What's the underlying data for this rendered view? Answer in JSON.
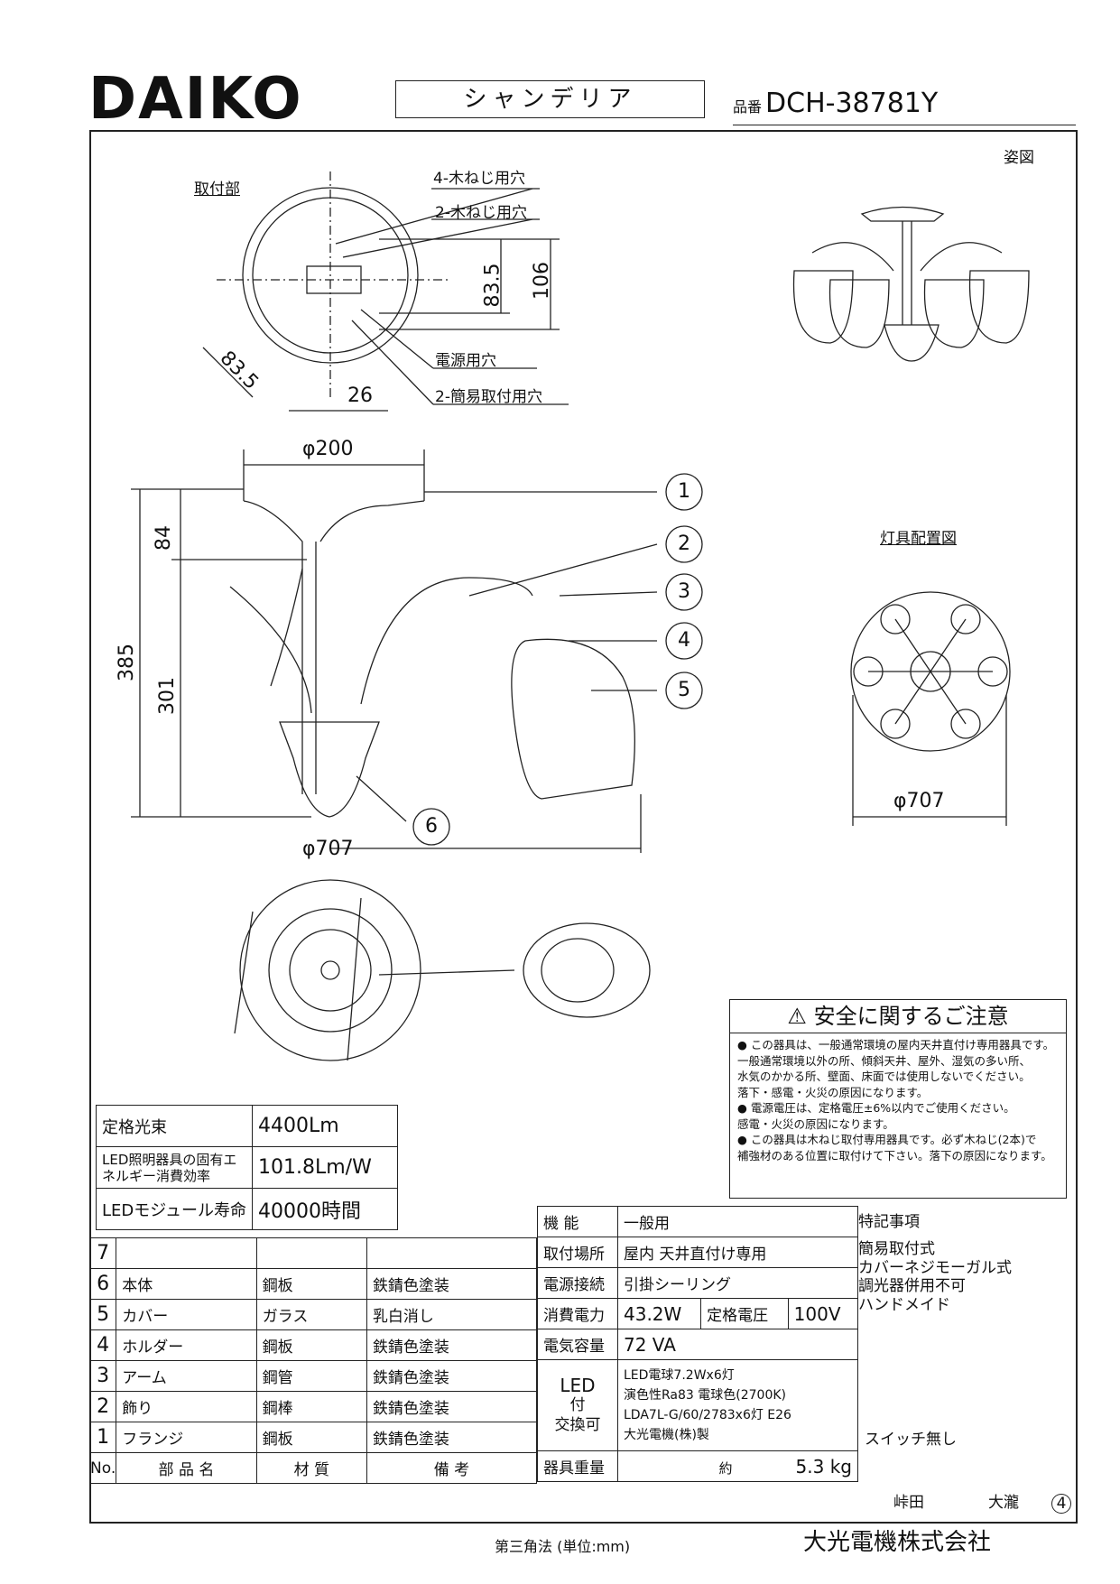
{
  "header": {
    "brand": "DAIKO",
    "product_type": "シャンデリア",
    "part_no_prefix": "品番",
    "part_no": "DCH-38781Y"
  },
  "views": {
    "perspective_label": "姿図",
    "mount_label": "取付部",
    "layout_label": "灯具配置図",
    "callouts": {
      "wood_screw_4": "4-木ねじ用穴",
      "wood_screw_2": "2-木ねじ用穴",
      "power_hole": "電源用穴",
      "simple_mount": "2-簡易取付用穴"
    },
    "dims": {
      "d_83_5_a": "83.5",
      "d_106": "106",
      "d_83_5_b": "83.5",
      "d_26": "26",
      "d_200": "φ200",
      "d_84": "84",
      "d_385": "385",
      "d_301": "301",
      "d_707_side": "φ707",
      "d_707_layout": "φ707"
    },
    "balloons": [
      "1",
      "2",
      "3",
      "4",
      "5",
      "6"
    ]
  },
  "safety": {
    "title": "安全に関するご注意",
    "lines": [
      "● この器具は、一般通常環境の屋内天井直付け専用器具です。",
      "一般通常環境以外の所、傾斜天井、屋外、湿気の多い所、",
      "水気のかかる所、壁面、床面では使用しないでください。",
      "落下・感電・火災の原因になります。",
      "● 電源電圧は、定格電圧±6%以内でご使用ください。",
      "感電・火災の原因になります。",
      "● この器具は木ねじ取付専用器具です。必ず木ねじ(2本)で",
      "補強材のある位置に取付けて下さい。落下の原因になります。"
    ]
  },
  "spec": [
    {
      "label": "定格光束",
      "value": "4400Lm"
    },
    {
      "label": "LED照明器具の固有エネルギー消費効率",
      "value": "101.8Lm/W"
    },
    {
      "label": "LEDモジュール寿命",
      "value": "40000時間"
    }
  ],
  "parts": {
    "rows": [
      {
        "no": "7",
        "name": "",
        "material": "",
        "finish": ""
      },
      {
        "no": "6",
        "name": "本体",
        "material": "鋼板",
        "finish": "鉄錆色塗装"
      },
      {
        "no": "5",
        "name": "カバー",
        "material": "ガラス",
        "finish": "乳白消し"
      },
      {
        "no": "4",
        "name": "ホルダー",
        "material": "鋼板",
        "finish": "鉄錆色塗装"
      },
      {
        "no": "3",
        "name": "アーム",
        "material": "鋼管",
        "finish": "鉄錆色塗装"
      },
      {
        "no": "2",
        "name": "飾り",
        "material": "鋼棒",
        "finish": "鉄錆色塗装"
      },
      {
        "no": "1",
        "name": "フランジ",
        "material": "鋼板",
        "finish": "鉄錆色塗装"
      }
    ],
    "header": {
      "no": "No.",
      "name": "部 品 名",
      "material": "材 質",
      "finish": "備 考"
    }
  },
  "info": {
    "function_label": "機 能",
    "function": "一般用",
    "mount_label": "取付場所",
    "mount": "屋内 天井直付け専用",
    "conn_label": "電源接続",
    "conn": "引掛シーリング",
    "power_label": "消費電力",
    "power": "43.2W",
    "voltage_label": "定格電圧",
    "voltage": "100V",
    "capacity_label": "電気容量",
    "capacity": "72 VA",
    "led_label1": "LED",
    "led_label2": "付",
    "led_label3": "交換可",
    "led1": "LED電球7.2Wx6灯",
    "led2": "演色性Ra83 電球色(2700K)",
    "led3": "LDA7L-G/60/2783x6灯 E26",
    "led4": "大光電機(株)製",
    "weight_label": "器具重量",
    "weight_prefix": "約",
    "weight": "5.3 kg"
  },
  "notes": {
    "title": "特記事項",
    "items": [
      "簡易取付式",
      "カバーネジモーガル式",
      "調光器併用不可",
      "ハンドメイド"
    ],
    "switch": "スイッチ無し",
    "sign1": "峠田",
    "sign2": "大瀧",
    "sheet": "4"
  },
  "footer": {
    "projection": "第三角法 (単位:mm)",
    "company": "大光電機株式会社"
  }
}
